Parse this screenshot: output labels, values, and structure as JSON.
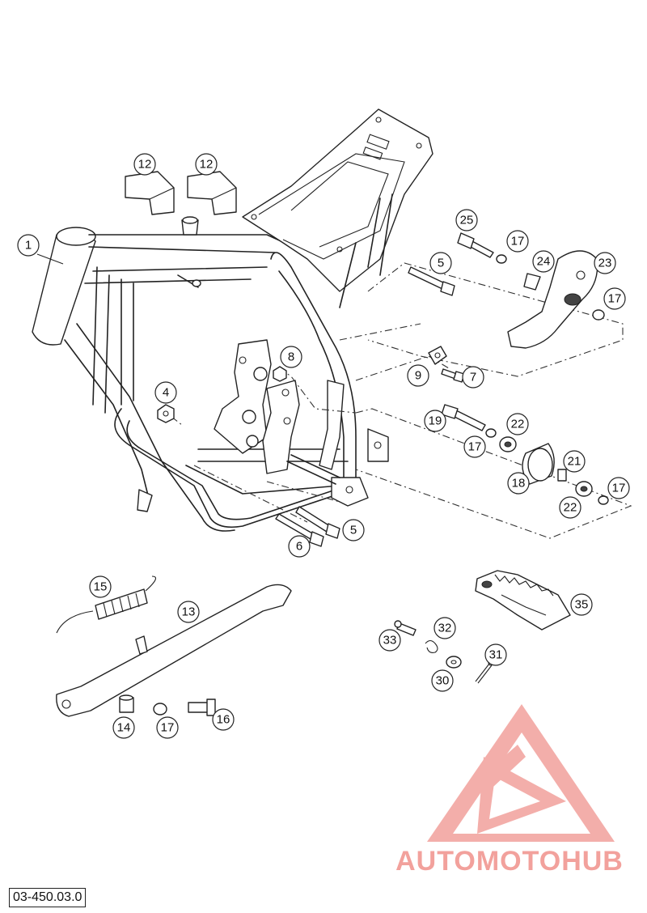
{
  "document_code": "03-450.03.0",
  "watermark": {
    "text": "AUTOMOTOHUB",
    "color_primary": "#f2a19c",
    "color_accent": "#f5b754",
    "color_dark": "#777777"
  },
  "callouts": {
    "c1": "1",
    "c4": "4",
    "c5a": "5",
    "c5b": "5",
    "c6": "6",
    "c7": "7",
    "c8": "8",
    "c9": "9",
    "c12a": "12",
    "c12b": "12",
    "c13": "13",
    "c14": "14",
    "c15": "15",
    "c16": "16",
    "c17a": "17",
    "c17b": "17",
    "c17c": "17",
    "c17d": "17",
    "c17e": "17",
    "c18": "18",
    "c19": "19",
    "c21": "21",
    "c22a": "22",
    "c22b": "22",
    "c23": "23",
    "c24": "24",
    "c25": "25",
    "c30": "30",
    "c31": "31",
    "c32": "32",
    "c33": "33",
    "c35": "35"
  }
}
